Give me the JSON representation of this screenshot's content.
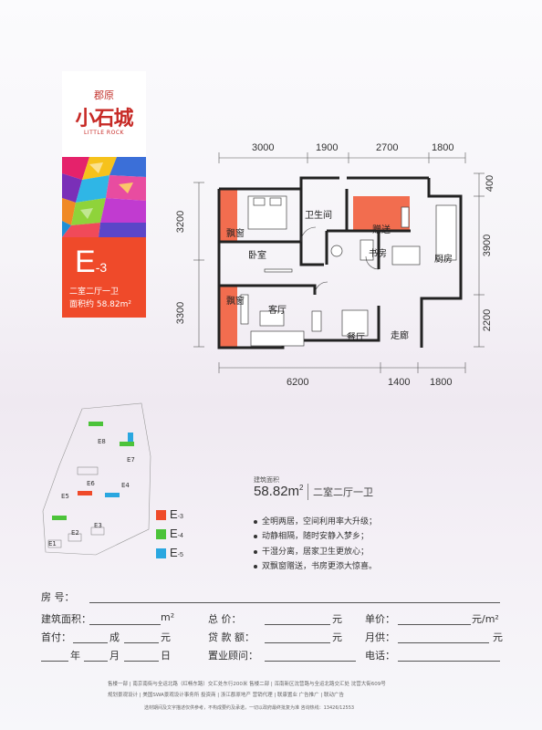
{
  "brand": {
    "top": "郡原",
    "main": "小石城",
    "en": "LITTLE ROCK"
  },
  "unit": {
    "code": "E",
    "code_suffix": "-3",
    "type": "二室二厅一卫",
    "area_label": "面积约 58.82m²"
  },
  "floorplan": {
    "top_dims": [
      "3000",
      "1900",
      "2700",
      "1800"
    ],
    "bottom_dims": [
      "6200",
      "1400",
      "1800"
    ],
    "left_dims": [
      "3200",
      "3300"
    ],
    "right_dims": [
      "400",
      "3900",
      "2200"
    ],
    "rooms": {
      "bay1": "飘窗",
      "bedroom": "卧室",
      "bath": "卫生间",
      "gift": "赠送",
      "study": "书房",
      "kitchen": "厨房",
      "bay2": "飘窗",
      "living": "客厅",
      "dining": "餐厅",
      "hall": "走廊"
    }
  },
  "sitemap": {
    "labels": [
      "E8",
      "E7",
      "E6",
      "E4",
      "E5",
      "E3",
      "E2",
      "E1"
    ]
  },
  "legend": [
    {
      "label": "E",
      "suffix": "-3",
      "color": "#ef4a2a"
    },
    {
      "label": "E",
      "suffix": "-4",
      "color": "#4cc33a"
    },
    {
      "label": "E",
      "suffix": "-5",
      "color": "#2aa7e0"
    }
  ],
  "summary": {
    "label": "建筑面积",
    "area": "58.82m",
    "area_sup": "2",
    "type": "二室二厅一卫"
  },
  "features": [
    "全明两居，空间利用率大升级；",
    "动静相隔，随时安静入梦乡；",
    "干湿分离，居家卫生更放心；",
    "双飘窗赠送，书房更添大惊喜。"
  ],
  "form": {
    "room_no": "房      号：",
    "build_area": "建筑面积：",
    "m2": "m²",
    "total": "总      价：",
    "yuan": "元",
    "unit_price": "单价：",
    "yuan_m2": "元/m²",
    "down": "首付：",
    "cheng": "成",
    "loan": "贷  款  额：",
    "monthly": "月供：",
    "year": "年",
    "month": "月",
    "day": "日",
    "consultant": "置业顾问：",
    "phone": "电话："
  },
  "footer": {
    "line1": "售楼一部 | 南京南街与全运北路（红畅东路）交汇处东行200米    售楼二部 | 浑南新区沈营路与全运北路交汇处  沈营大街609号",
    "line2": "规划景观设计 | 美国SWA景观设计事务所  投资商 | 浙江郡原地产  营销代理 | 联康置业  广告推广 | 联动广告",
    "line3": "选材期间及文字描述仅供参考，不构成要约及承诺，一切以政府最终批复为准    咨询热线：13426/12553"
  }
}
